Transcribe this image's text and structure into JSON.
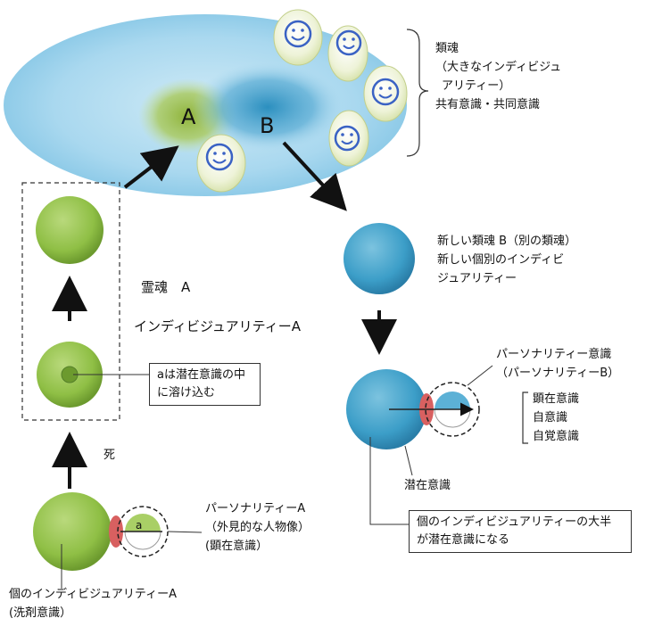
{
  "group_soul": {
    "lines": [
      "類魂",
      "（大きなインディビジュ",
      "アリティー）",
      "共有意識・共同意識"
    ],
    "label_a": "A",
    "label_b": "B"
  },
  "soul_a": {
    "title": "霊魂　A",
    "subtitle": "インディビジュアリティーA"
  },
  "note_a": [
    "aは潜在意識の中",
    "に溶け込む"
  ],
  "death": "死",
  "personality_a": [
    "パーソナリティーA",
    "（外見的な人物像）",
    "(顕在意識）"
  ],
  "small_label_a": "a",
  "individuality_a": [
    "個のインディビジュアリティーA",
    "(洗剤意識）"
  ],
  "new_group": [
    "新しい類魂 B（別の類魂）",
    "新しい個別のインディビ",
    "ジュアリティー"
  ],
  "personality_b": [
    "パーソナリティー意識",
    "（パーソナリティーB）"
  ],
  "consciousness_list": [
    "顕在意識",
    "自意識",
    "自覚意識"
  ],
  "subconscious": "潜在意識",
  "note_b": [
    "個のインディビジュアリティーの大半",
    "が潜在意識になる"
  ]
}
